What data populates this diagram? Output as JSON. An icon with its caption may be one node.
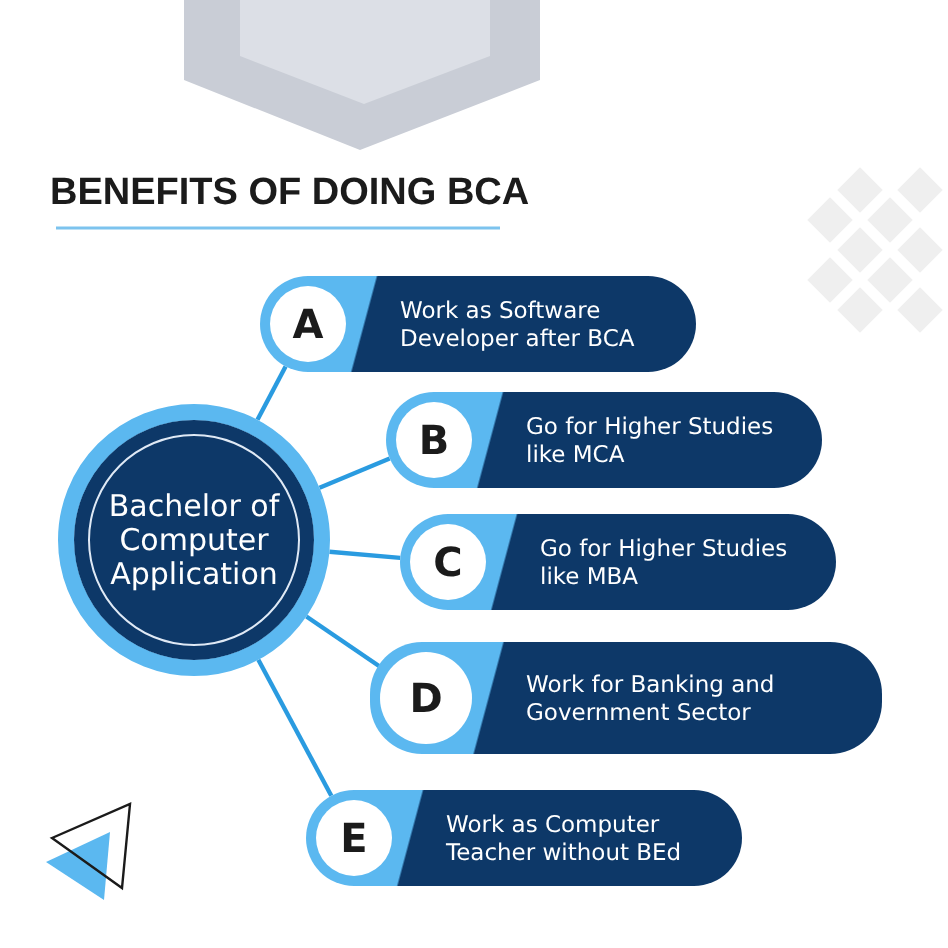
{
  "diagram": {
    "title": "BENEFITS OF DOING BCA",
    "nodes": [
      {
        "text": [
          "Bachelor of Computer Application"
        ]
      },
      {
        "text": [
          "A",
          "Work as Software Developer after BCA"
        ]
      },
      {
        "text": [
          "B",
          "Go for Higher Studies like MCA"
        ]
      },
      {
        "text": [
          "C",
          "Go for Higher Studies like MBA"
        ]
      },
      {
        "text": [
          "D",
          "Work for Banking and Government Sector"
        ]
      },
      {
        "text": [
          "E",
          "Work as Computer Teacher without BEd"
        ]
      }
    ],
    "edges": [
      {
        "from": 0,
        "to": 1,
        "arrow": "none"
      },
      {
        "from": 0,
        "to": 2,
        "arrow": "none"
      },
      {
        "from": 0,
        "to": 3,
        "arrow": "none"
      },
      {
        "from": 0,
        "to": 4,
        "arrow": "none"
      },
      {
        "from": 0,
        "to": 5,
        "arrow": "none"
      }
    ]
  }
}
